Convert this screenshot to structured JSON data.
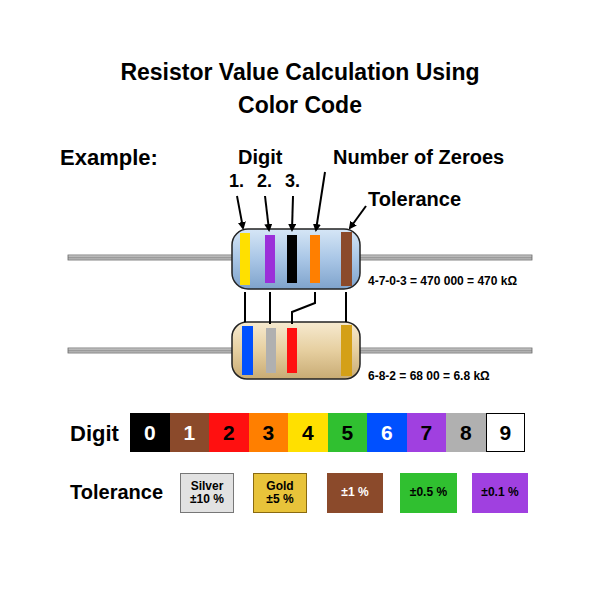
{
  "diagram": {
    "title": "Resistor Value Calculation Using Color Code",
    "nodes": [
      {
        "text": [
          "0"
        ]
      },
      {
        "text": [
          "1"
        ]
      },
      {
        "text": [
          "2"
        ]
      },
      {
        "text": [
          "3"
        ]
      },
      {
        "text": [
          "4"
        ]
      },
      {
        "text": [
          "5"
        ]
      },
      {
        "text": [
          "6"
        ]
      },
      {
        "text": [
          "7"
        ]
      },
      {
        "text": [
          "8"
        ]
      },
      {
        "text": [
          "9"
        ]
      },
      {
        "text": [
          "Silver",
          "±10 %"
        ]
      },
      {
        "text": [
          "Gold",
          "±5 %"
        ]
      },
      {
        "text": [
          "±1 %"
        ]
      },
      {
        "text": [
          "±0.5 %"
        ]
      },
      {
        "text": [
          "±0.1 %"
        ]
      }
    ],
    "labels": [
      "Example:",
      "Digit",
      "1.",
      "2.",
      "3.",
      "Number of Zeroes",
      "Tolerance",
      "4-7-0-3 = 470 000 = 470 kΩ",
      "6-8-2 = 68 00 = 6.8 kΩ",
      "Digit",
      "Tolerance"
    ]
  }
}
